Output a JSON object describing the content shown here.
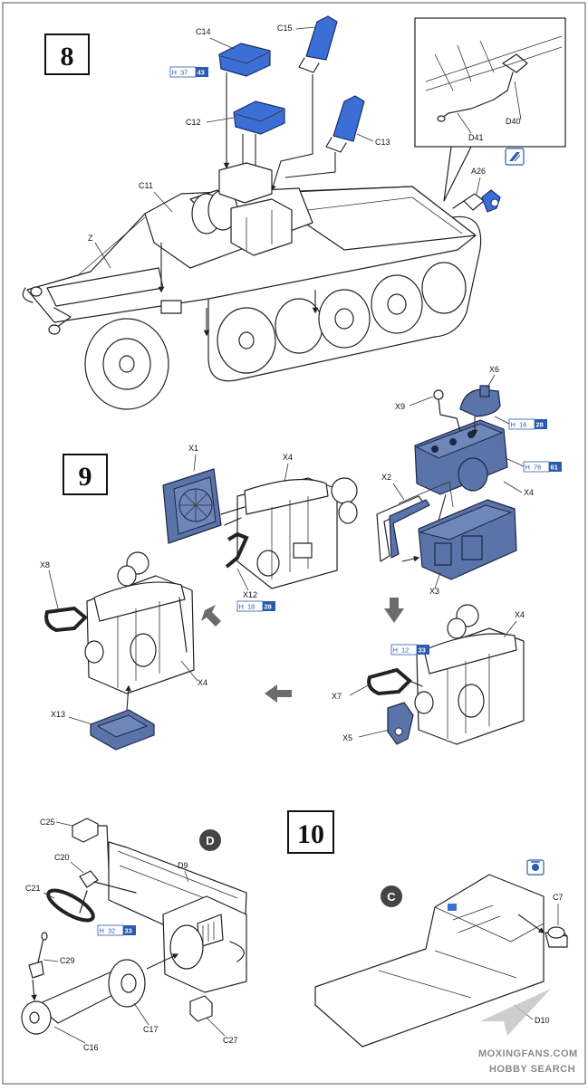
{
  "steps": {
    "s8": "8",
    "s9": "9",
    "s10": "10"
  },
  "step8": {
    "labels": {
      "C14": "C14",
      "C15": "C15",
      "C12": "C12",
      "C13": "C13",
      "C11": "C11",
      "Z": "Z",
      "A26": "A26",
      "D40": "D40",
      "D41": "D41"
    },
    "paint_c14": {
      "h": "H",
      "a": "37",
      "b": "43"
    }
  },
  "step9": {
    "labels": {
      "X1": "X1",
      "X4a": "X4",
      "X6": "X6",
      "X9": "X9",
      "X2": "X2",
      "X4b": "X4",
      "X3": "X3",
      "X8": "X8",
      "X12": "X12",
      "X4c": "X4",
      "X4d": "X4",
      "X13": "X13",
      "X7": "X7",
      "X5": "X5"
    },
    "paint_x6": {
      "h": "H",
      "a": "16",
      "b": "28"
    },
    "paint_x4": {
      "h": "H",
      "a": "76",
      "b": "61"
    },
    "paint_x12": {
      "h": "H",
      "a": "18",
      "b": "28"
    },
    "paint_x7": {
      "h": "H",
      "a": "12",
      "b": "33"
    }
  },
  "step10": {
    "labels": {
      "C25": "C25",
      "C20": "C20",
      "C21": "C21",
      "D9": "D9",
      "C29": "C29",
      "C17": "C17",
      "C16": "C16",
      "C27": "C27",
      "C7": "C7",
      "D10": "D10"
    },
    "sub_d": "D",
    "sub_c": "C",
    "paint_c21": {
      "h": "H",
      "a": "32",
      "b": "33"
    }
  },
  "watermark": {
    "line1": "MOXINGFANS.COM",
    "line2": "HOBBY SEARCH"
  },
  "colors": {
    "part_blue": "#3b6fd6",
    "engine_blue": "#5a73a8",
    "code_blue": "#2a5bb0"
  },
  "icons": [
    "paint-code-icon",
    "cement-icon",
    "decal-icon",
    "grey-arrow-icon"
  ]
}
